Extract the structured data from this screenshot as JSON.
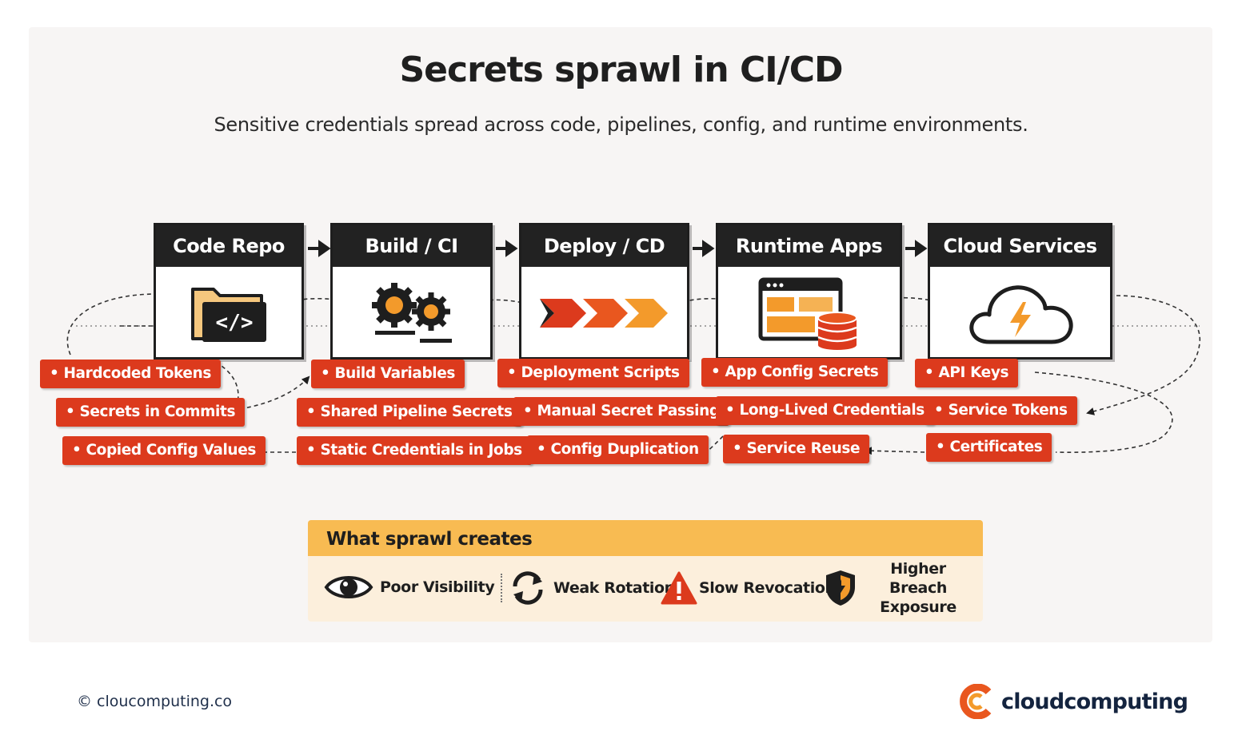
{
  "title": "Secrets sprawl in CI/CD",
  "subtitle": "Sensitive credentials spread across code, pipelines, config, and runtime environments.",
  "stages": [
    {
      "name": "Code Repo",
      "icon": "folder-code-icon"
    },
    {
      "name": "Build / CI",
      "icon": "gears-icon"
    },
    {
      "name": "Deploy / CD",
      "icon": "deploy-chevrons-icon"
    },
    {
      "name": "Runtime Apps",
      "icon": "app-database-icon"
    },
    {
      "name": "Cloud Services",
      "icon": "cloud-lightning-icon"
    }
  ],
  "secrets": [
    [
      "• Hardcoded Tokens",
      "• Secrets in Commits",
      "• Copied Config Values"
    ],
    [
      "• Build Variables",
      "• Shared Pipeline Secrets",
      "• Static Credentials in Jobs"
    ],
    [
      "• Deployment Scripts",
      "• Manual Secret Passing",
      "• Config Duplication"
    ],
    [
      "• App Config Secrets",
      "• Long-Lived Credentials",
      "• Service Reuse"
    ],
    [
      "• API Keys",
      "• Service Tokens",
      "• Certificates"
    ]
  ],
  "sprawl": {
    "heading": "What sprawl creates",
    "effects": [
      {
        "label": "Poor Visibility",
        "icon": "eye-icon"
      },
      {
        "label": "Weak Rotation",
        "icon": "rotation-arrows-icon"
      },
      {
        "label": "Slow Revocation",
        "icon": "warning-icon"
      },
      {
        "label": "Higher Breach Exposure",
        "icon": "shield-icon"
      }
    ]
  },
  "footer": {
    "copyright": "© cloucomputing.co",
    "brand": "cloudcomputing"
  },
  "colors": {
    "accent_red": "#dc3a1d",
    "accent_orange": "#f39a2b",
    "header_dark": "#222222",
    "amber": "#f8bb52",
    "brand_navy": "#14243f"
  }
}
